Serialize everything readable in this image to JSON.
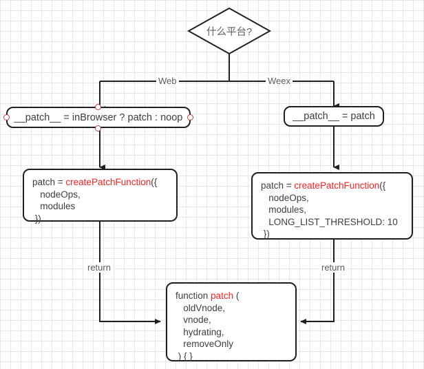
{
  "diagram": {
    "title_node": {
      "text": "什么平台?",
      "shape": "decision-diamond"
    },
    "edge_labels": {
      "web": "Web",
      "weex": "Weex",
      "return_left": "return",
      "return_right": "return"
    },
    "nodes": {
      "browser_patch": {
        "text": "__patch__ = inBrowser ? patch : noop"
      },
      "weex_patch": {
        "text": "__patch__ = patch"
      },
      "web_create_patch": {
        "lines": [
          {
            "pre": "patch = ",
            "red": "createPatchFunction",
            "post": "({"
          },
          {
            "pre": "   nodeOps,",
            "red": "",
            "post": ""
          },
          {
            "pre": "   modules",
            "red": "",
            "post": ""
          },
          {
            "pre": " })",
            "red": "",
            "post": ""
          }
        ]
      },
      "weex_create_patch": {
        "lines": [
          {
            "pre": "patch = ",
            "red": "createPatchFunction",
            "post": "({"
          },
          {
            "pre": "   nodeOps,",
            "red": "",
            "post": ""
          },
          {
            "pre": "   modules,",
            "red": "",
            "post": ""
          },
          {
            "pre": "   LONG_LIST_THRESHOLD: 10",
            "red": "",
            "post": ""
          },
          {
            "pre": " })",
            "red": "",
            "post": ""
          }
        ]
      },
      "patch_function": {
        "lines": [
          {
            "pre": "function ",
            "red": "patch",
            "post": " ("
          },
          {
            "pre": "   oldVnode,",
            "red": "",
            "post": ""
          },
          {
            "pre": "   vnode,",
            "red": "",
            "post": ""
          },
          {
            "pre": "   hydrating,",
            "red": "",
            "post": ""
          },
          {
            "pre": "   removeOnly",
            "red": "",
            "post": ""
          },
          {
            "pre": " ) { }",
            "red": "",
            "post": ""
          }
        ]
      }
    },
    "colors": {
      "stroke": "#1f1f1f",
      "accent_red": "#ff2020",
      "port_red": "#c23b3b",
      "text": "#3d3d3d",
      "grid_minor": "#e8e8e8",
      "grid_major": "#d0d0d0"
    }
  }
}
